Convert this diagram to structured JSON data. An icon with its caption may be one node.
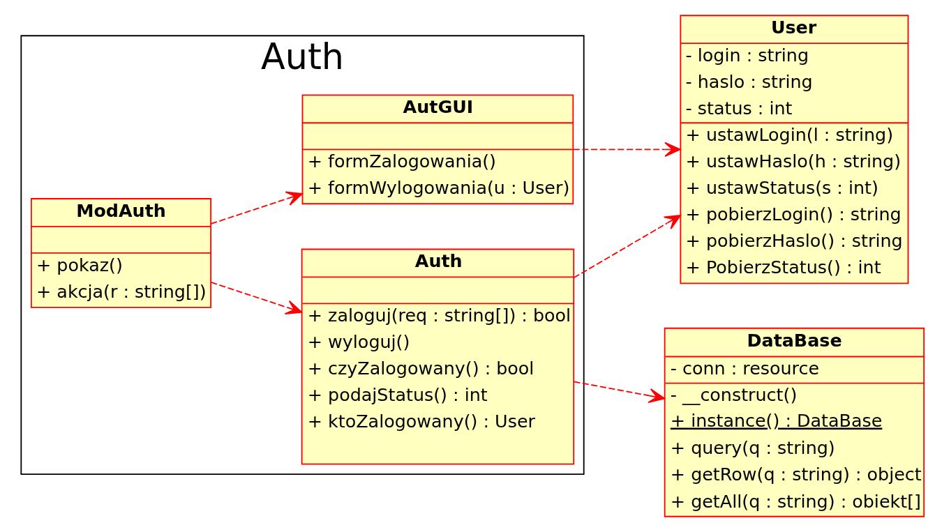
{
  "diagram": {
    "nodes": [
      {
        "text": [
          "Auth"
        ]
      },
      {
        "text": [
          "ModAuth",
          "+ pokaz()",
          "+ akcja(r : string[])"
        ],
        "in": 0
      },
      {
        "text": [
          "AutGUI",
          "+ formZalogowania()",
          "+ formWylogowania(u : User)"
        ],
        "in": 0
      },
      {
        "text": [
          "Auth",
          "+ zaloguj(req : string[]) : bool",
          "+ wyloguj()",
          "+ czyZalogowany() : bool",
          "+ podajStatus() : int",
          "+ ktoZalogowany() : User"
        ],
        "in": 0
      },
      {
        "text": [
          "DataBase",
          "- conn : resource",
          "- __construct()",
          "+ instance() : DataBase",
          "+ query(q : string)",
          "+ getRow(q : string) : object",
          "+ getAll(q : string) : obiekt[]"
        ]
      },
      {
        "text": [
          "User",
          "- login : string",
          "- haslo : string",
          "- status : int",
          "+ ustawLogin(l : string)",
          "+ ustawHaslo(h : string)",
          "+ ustawStatus(s : int)",
          "+ pobierzLogin() : string",
          "+ pobierzHaslo() : string",
          "+ PobierzStatus() : int"
        ]
      }
    ],
    "edges": [
      {
        "from": 1,
        "to": 2,
        "arrow": "to",
        "style": "dashed"
      },
      {
        "from": 1,
        "to": 3,
        "arrow": "to",
        "style": "dashed"
      },
      {
        "from": 2,
        "to": 5,
        "arrow": "to",
        "style": "dashed"
      },
      {
        "from": 3,
        "to": 4,
        "arrow": "to",
        "style": "dashed"
      },
      {
        "from": 3,
        "to": 5,
        "arrow": "to",
        "style": "dashed"
      }
    ]
  }
}
